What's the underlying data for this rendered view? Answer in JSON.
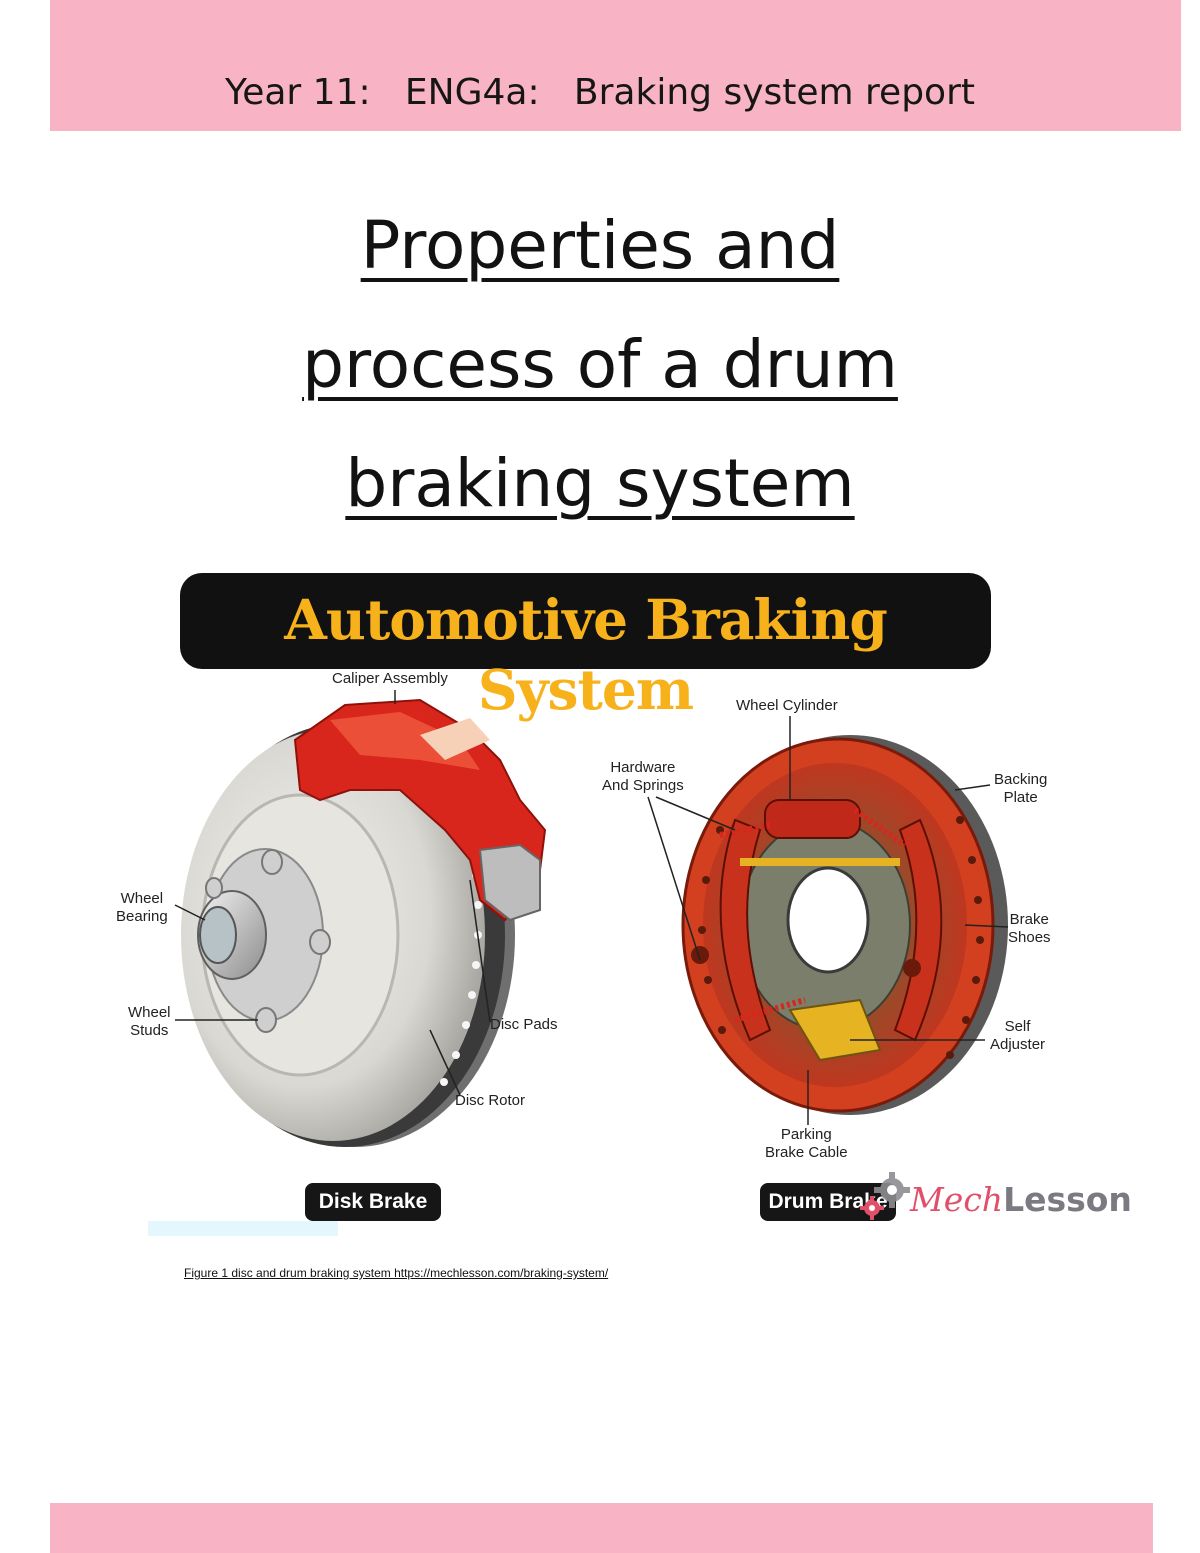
{
  "header": {
    "text": "Year 11:   ENG4a:   Braking system report"
  },
  "title": {
    "lines": [
      "Properties and",
      "process of a drum",
      "braking system"
    ]
  },
  "figure": {
    "banner": "Automotive Braking System",
    "disk_labels": {
      "caliper_assembly": "Caliper Assembly",
      "wheel_bearing": "Wheel\nBearing",
      "wheel_studs": "Wheel\nStuds",
      "disc_pads": "Disc Pads",
      "disc_rotor": "Disc Rotor"
    },
    "drum_labels": {
      "wheel_cylinder": "Wheel Cylinder",
      "hardware_springs": "Hardware\nAnd Springs",
      "backing_plate": "Backing\nPlate",
      "brake_shoes": "Brake\nShoes",
      "self_adjuster": "Self\nAdjuster",
      "parking_brake_cable": "Parking\nBrake Cable"
    },
    "disk_pill": "Disk Brake",
    "drum_pill": "Drum Brake",
    "brand_part1": "Mech",
    "brand_part2": "Lesson",
    "colors": {
      "caliper": "#d9261c",
      "drum": "#c8321c",
      "banner_text": "#f7b21b",
      "band": "#f8b4c4"
    }
  },
  "caption": "Figure 1 disc and drum braking system https://mechlesson.com/braking-system/"
}
